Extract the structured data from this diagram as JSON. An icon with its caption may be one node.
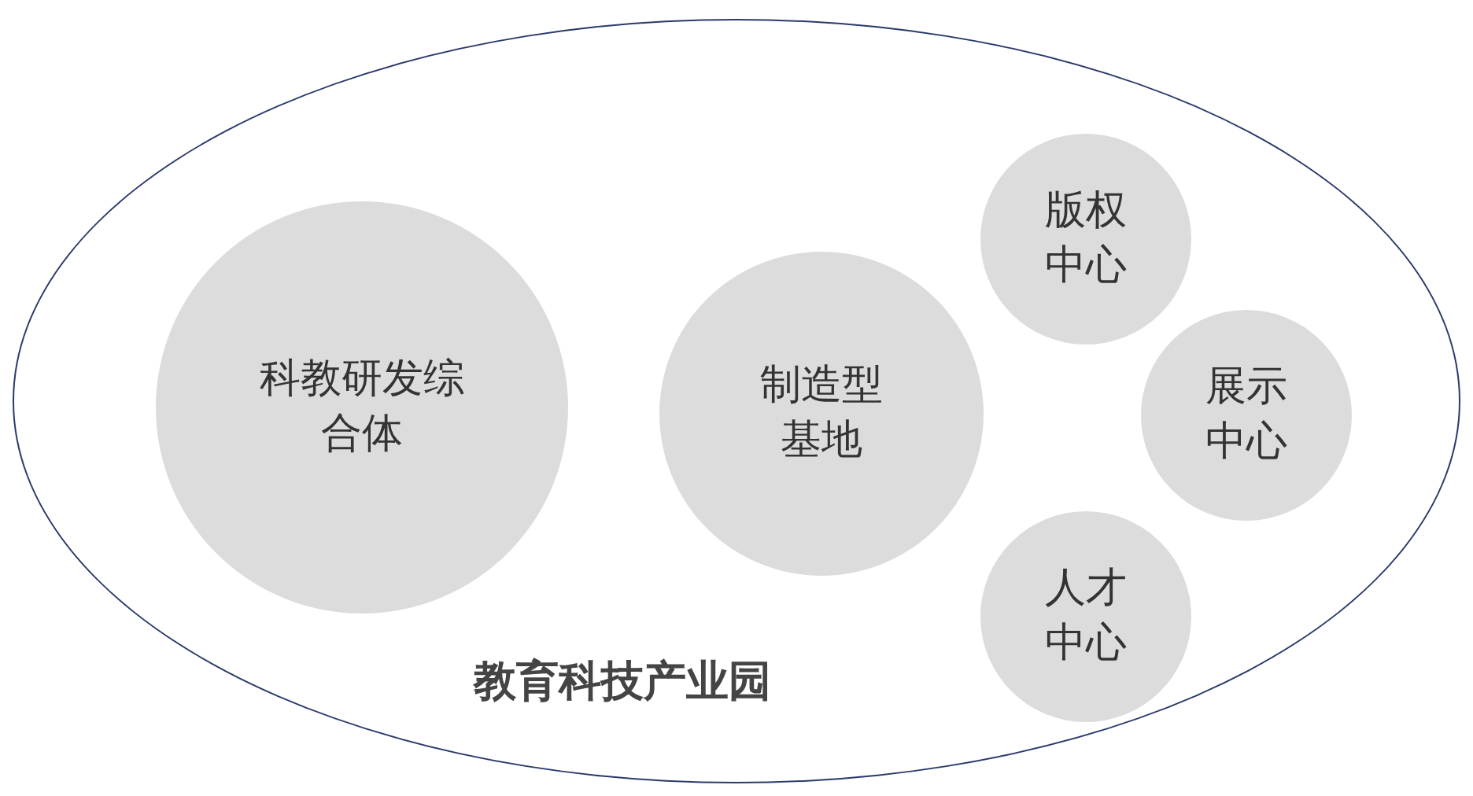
{
  "diagram": {
    "nodes": [
      {
        "text": [
          "教育科技产业园"
        ]
      },
      {
        "text": [
          "科教研发综合体"
        ],
        "in": 0
      },
      {
        "text": [
          "制造型基地"
        ],
        "in": 0
      },
      {
        "text": [
          "版权中心"
        ],
        "in": 0
      },
      {
        "text": [
          "展示中心"
        ],
        "in": 0
      },
      {
        "text": [
          "人才中心"
        ],
        "in": 0
      }
    ]
  }
}
